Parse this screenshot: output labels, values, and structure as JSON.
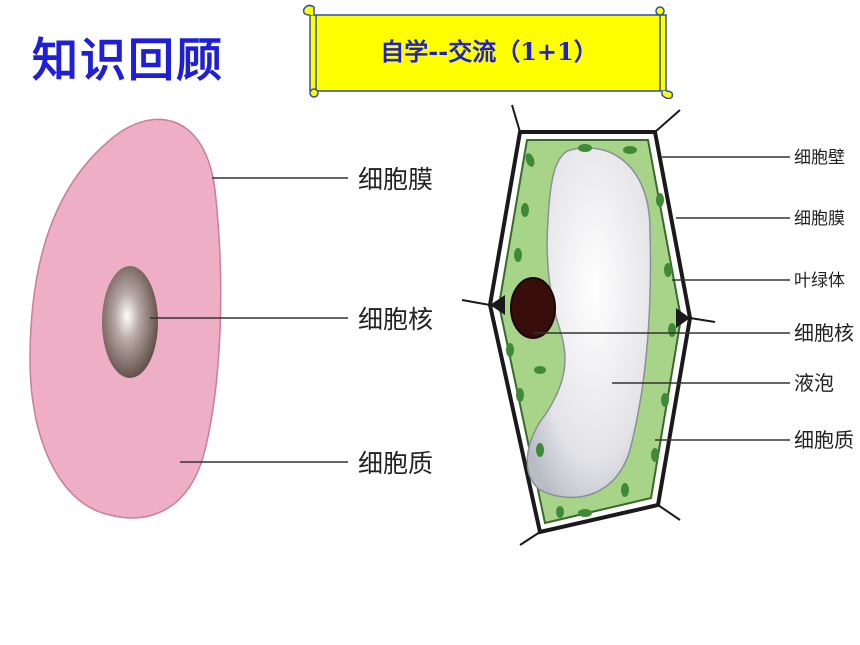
{
  "title": "知识回顾",
  "banner": {
    "text": "自学--交流（1+1）"
  },
  "colors": {
    "title": "#1f1fd6",
    "banner_fill": "#ffff00",
    "animal_cell": "#eeaec6",
    "plant_cytoplasm": "#a8d48a",
    "vacuole": "#f0f0f2",
    "nucleus_plant": "#3a0d0d"
  },
  "animal_cell": {
    "labels": {
      "membrane": "细胞膜",
      "nucleus": "细胞核",
      "cytoplasm": "细胞质"
    }
  },
  "plant_cell": {
    "labels": {
      "wall": "细胞壁",
      "membrane": "细胞膜",
      "chloroplast": "叶绿体",
      "nucleus": "细胞核",
      "vacuole": "液泡",
      "cytoplasm": "细胞质"
    }
  }
}
